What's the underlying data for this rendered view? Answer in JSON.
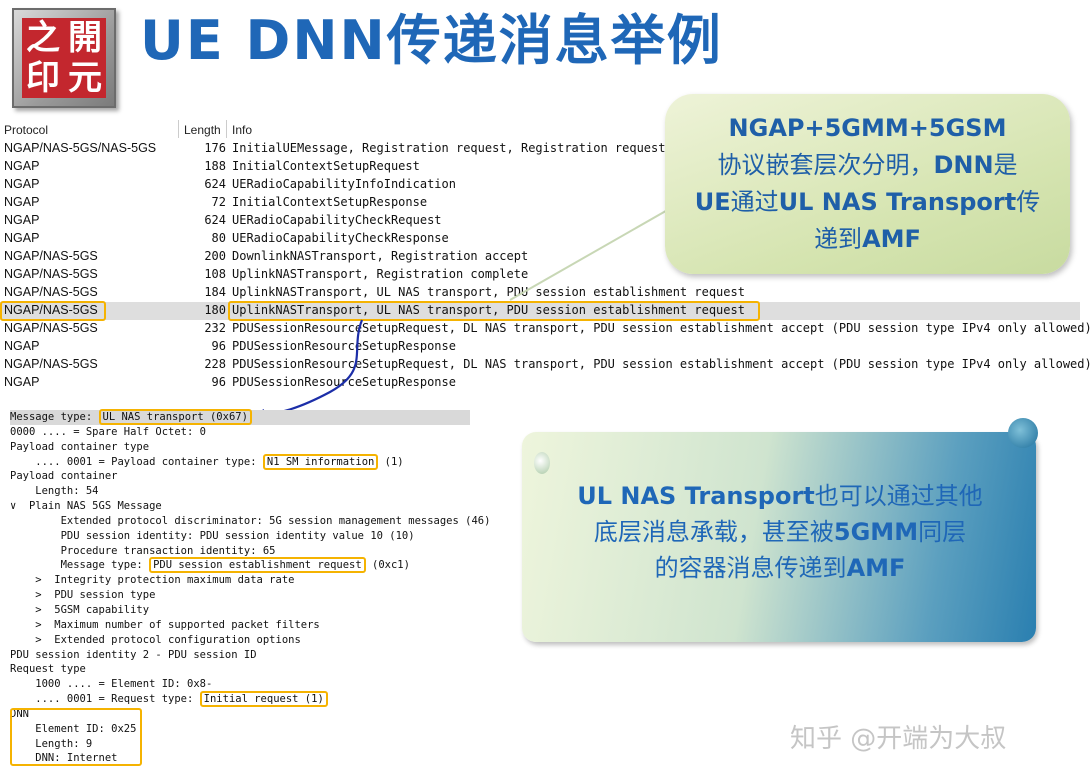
{
  "logo": {
    "chars": [
      "之",
      "開",
      "印",
      "元"
    ]
  },
  "title": "UE DNN传递消息举例",
  "packet_list": {
    "headers": {
      "protocol": "Protocol",
      "length": "Length",
      "info": "Info"
    },
    "rows": [
      {
        "protocol": "NGAP/NAS-5GS/NAS-5GS",
        "length": "176",
        "info": "InitialUEMessage, Registration request, Registration request"
      },
      {
        "protocol": "NGAP",
        "length": "188",
        "info": "InitialContextSetupRequest"
      },
      {
        "protocol": "NGAP",
        "length": "624",
        "info": "UERadioCapabilityInfoIndication"
      },
      {
        "protocol": "NGAP",
        "length": "72",
        "info": "InitialContextSetupResponse"
      },
      {
        "protocol": "NGAP",
        "length": "624",
        "info": "UERadioCapabilityCheckRequest"
      },
      {
        "protocol": "NGAP",
        "length": "80",
        "info": "UERadioCapabilityCheckResponse"
      },
      {
        "protocol": "NGAP/NAS-5GS",
        "length": "200",
        "info": "DownlinkNASTransport, Registration accept"
      },
      {
        "protocol": "NGAP/NAS-5GS",
        "length": "108",
        "info": "UplinkNASTransport, Registration complete"
      },
      {
        "protocol": "NGAP/NAS-5GS",
        "length": "184",
        "info": "UplinkNASTransport, UL NAS transport, PDU session establishment request"
      },
      {
        "protocol": "NGAP/NAS-5GS",
        "length": "180",
        "info": "UplinkNASTransport, UL NAS transport, PDU session establishment request"
      },
      {
        "protocol": "NGAP/NAS-5GS",
        "length": "232",
        "info": "PDUSessionResourceSetupRequest, DL NAS transport, PDU session establishment accept (PDU session type IPv4 only allowed)"
      },
      {
        "protocol": "NGAP",
        "length": "96",
        "info": "PDUSessionResourceSetupResponse"
      },
      {
        "protocol": "NGAP/NAS-5GS",
        "length": "228",
        "info": "PDUSessionResourceSetupRequest, DL NAS transport, PDU session establishment accept (PDU session type IPv4 only allowed)"
      },
      {
        "protocol": "NGAP",
        "length": "96",
        "info": "PDUSessionResourceSetupResponse"
      }
    ],
    "selected_index": 9
  },
  "detail": {
    "l0_prefix": "Message type: ",
    "l0_box": "UL NAS transport (0x67)",
    "l1": "0000 .... = Spare Half Octet: 0",
    "l2": "Payload container type",
    "l3_prefix": "    .... 0001 = Payload container type: ",
    "l3_box": "N1 SM information",
    "l3_suffix": " (1)",
    "l4": "Payload container",
    "l5": "    Length: 54",
    "l6": "∨  Plain NAS 5GS Message",
    "l7": "        Extended protocol discriminator: 5G session management messages (46)",
    "l8": "        PDU session identity: PDU session identity value 10 (10)",
    "l9": "        Procedure transaction identity: 65",
    "l10_prefix": "        Message type: ",
    "l10_box": "PDU session establishment request",
    "l10_suffix": " (0xc1)",
    "l11": "    >  Integrity protection maximum data rate",
    "l12": "    >  PDU session type",
    "l13": "    >  5GSM capability",
    "l14": "    >  Maximum number of supported packet filters",
    "l15": "    >  Extended protocol configuration options",
    "l16": "PDU session identity 2 - PDU session ID",
    "l17": "Request type",
    "l18": "    1000 .... = Element ID: 0x8-",
    "l19_prefix": "    .... 0001 = Request type: ",
    "l19_box": "Initial request (1)",
    "l20": "DNN",
    "l21": "    Element ID: 0x25",
    "l22": "    Length: 9",
    "l23": "    DNN: Internet"
  },
  "callout1": {
    "line1": "NGAP+5GMM+5GSM",
    "line2a": "协议嵌套层次分明，",
    "line2b": "DNN",
    "line2c": "是",
    "line3a": "UE",
    "line3b": "通过",
    "line3c": "UL NAS Transport",
    "line3d": "传",
    "line4a": "递到",
    "line4b": "AMF"
  },
  "callout2": {
    "line1a": "UL NAS Transport",
    "line1b": "也可以通过其他",
    "line2a": "底层消息承载，甚至被",
    "line2b": "5GMM",
    "line2c": "同层",
    "line3a": "的容器消息传递到",
    "line3b": "AMF"
  },
  "watermark": "知乎 @开端为大叔"
}
